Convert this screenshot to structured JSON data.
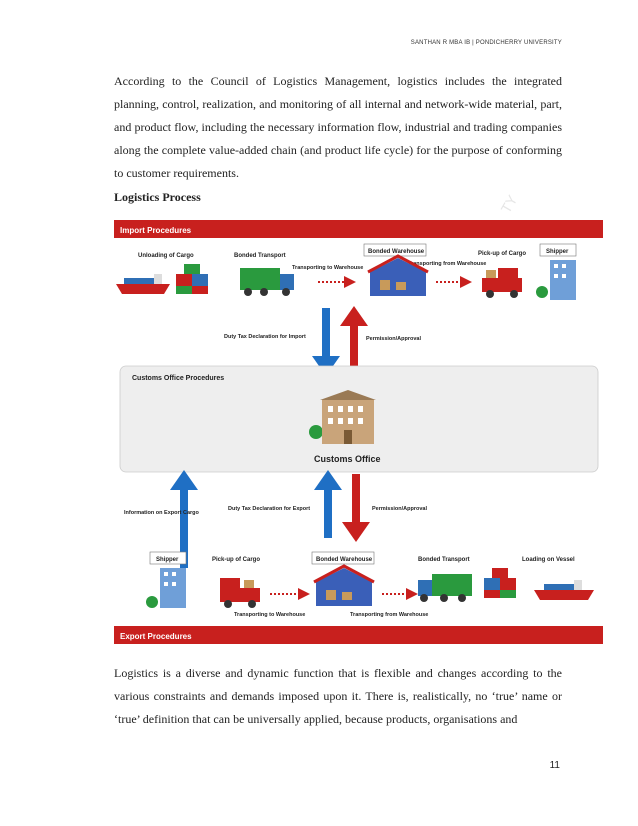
{
  "header": "SANTHAN R MBA IB | PONDICHERRY UNIVERSITY",
  "paragraph1": "According to the Council of Logistics Management, logistics includes the integrated planning, control, realization, and monitoring of all internal and network-wide material, part, and product flow, including the necessary information flow, industrial and trading companies along the complete value-added chain (and product life cycle) for the purpose of conforming to customer requirements.",
  "heading": "Logistics Process",
  "diagram": {
    "import_bar": "Import Procedures",
    "export_bar": "Export Procedures",
    "customs_panel": "Customs Office Procedures",
    "customs_office": "Customs Office",
    "import": {
      "unloading": "Unloading of Cargo",
      "bonded_transport": "Bonded Transport",
      "to_warehouse": "Transporting to Warehouse",
      "bonded_warehouse": "Bonded Warehouse",
      "from_warehouse": "Transporting from Warehouse",
      "pickup": "Pick-up of Cargo",
      "shipper": "Shipper"
    },
    "duty_import": "Duty Tax Declaration for Import",
    "permission_top": "Permission/Approval",
    "info_export": "Information on Export Cargo",
    "duty_export": "Duty Tax Declaration for Export",
    "permission_bottom": "Permission/Approval",
    "export": {
      "shipper": "Shipper",
      "pickup": "Pick-up of Cargo",
      "to_warehouse": "Transporting to Warehouse",
      "bonded_warehouse": "Bonded Warehouse",
      "from_warehouse": "Transporting from Warehouse",
      "bonded_transport": "Bonded Transport",
      "loading": "Loading on Vessel"
    },
    "colors": {
      "bar": "#c8201e",
      "blue_arrow": "#1f6fc4",
      "red_arrow": "#c8201e",
      "panel": "#eeeeee"
    }
  },
  "paragraph2": "Logistics is a diverse and dynamic function that is flexible and changes according to the various constraints and demands imposed upon it. There is, realistically, no ‘true’ name or ‘true’ definition that can be universally applied, because products, organisations and",
  "watermark": "TY",
  "page_number": "11"
}
